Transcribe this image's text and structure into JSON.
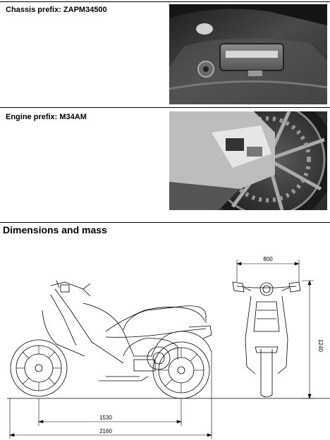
{
  "chassis": {
    "label": "Chassis prefix: ZAPM34500"
  },
  "engine": {
    "label": "Engine prefix: M34AM"
  },
  "section": {
    "title": "Dimensions and mass"
  },
  "dimensions": {
    "width": "800",
    "height": "1240",
    "wheelbase": "1530",
    "length": "2160"
  }
}
